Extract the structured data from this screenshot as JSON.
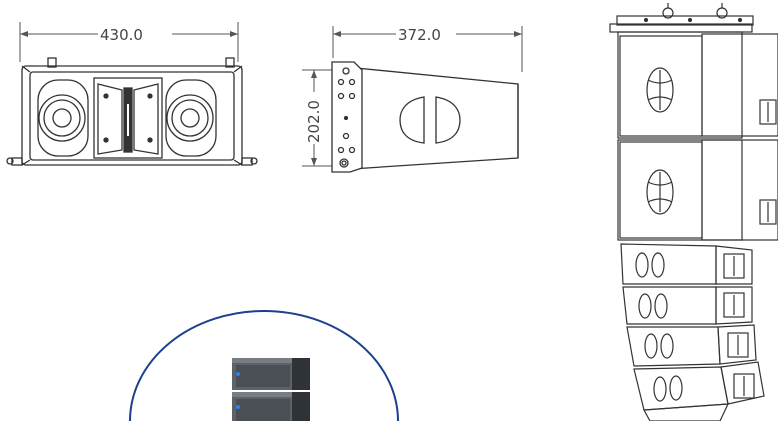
{
  "dimensions": {
    "front_width": "430.0",
    "side_depth": "372.0",
    "side_height": "202.0"
  },
  "colors": {
    "line": "#333333",
    "dim_line": "#555555",
    "circle_outline": "#1e3f8f",
    "product_grey": "#5c6268",
    "product_dark": "#2f3337",
    "led_blue": "#2f7fff"
  },
  "icons": {
    "front_view": "speaker-front-drawing",
    "side_view": "speaker-side-drawing",
    "array_view": "line-array-stack-drawing",
    "product_photo": "speaker-product-photo"
  }
}
